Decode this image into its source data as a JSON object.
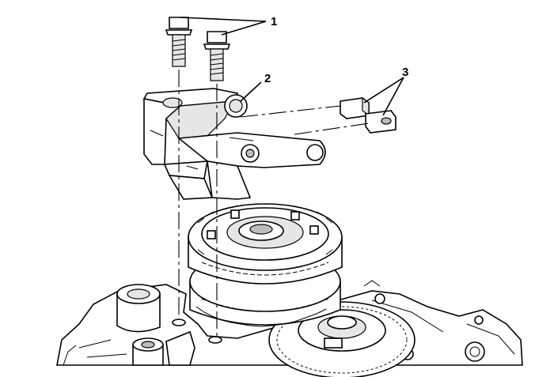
{
  "callouts": {
    "c1": "1",
    "c2": "2",
    "c3": "3"
  },
  "colors": {
    "line": "#000000",
    "light_shade": "#e6e6e6",
    "dark_shade": "#bdbdbd",
    "background": "#ffffff"
  }
}
